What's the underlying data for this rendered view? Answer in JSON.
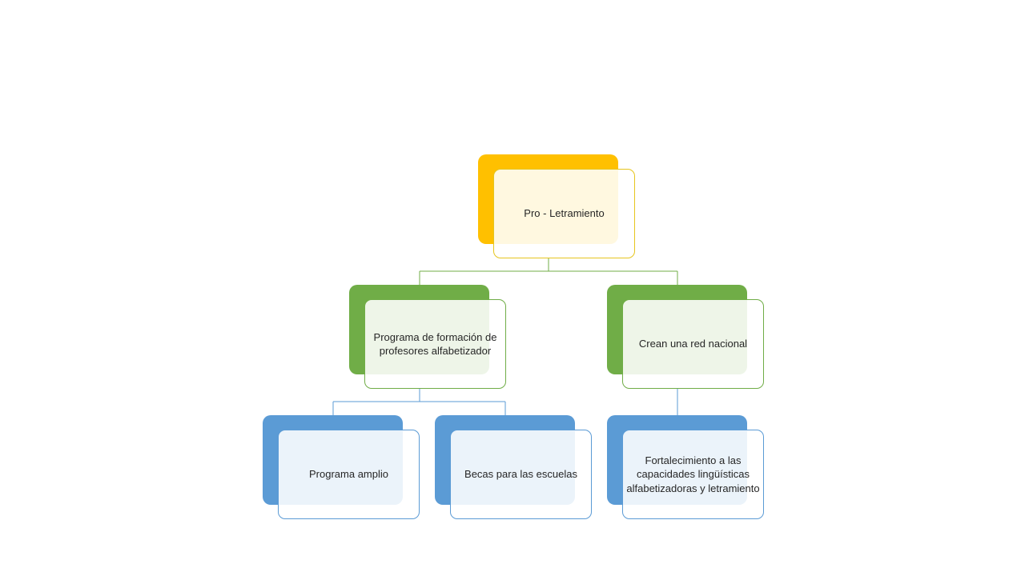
{
  "diagram": {
    "root": {
      "label": "Pro - Letramiento"
    },
    "level2": [
      {
        "label": "Programa de formación de profesores alfabetizador"
      },
      {
        "label": "Crean una red nacional"
      }
    ],
    "level3": [
      {
        "label": "Programa amplio"
      },
      {
        "label": "Becas para las escuelas"
      },
      {
        "label": "Fortalecimiento a las capacidades lingüísticas alfabetizadoras y letramiento"
      }
    ]
  },
  "colors": {
    "root_accent": "#FFC000",
    "level2_accent": "#70AD47",
    "level3_accent": "#5B9BD5"
  }
}
